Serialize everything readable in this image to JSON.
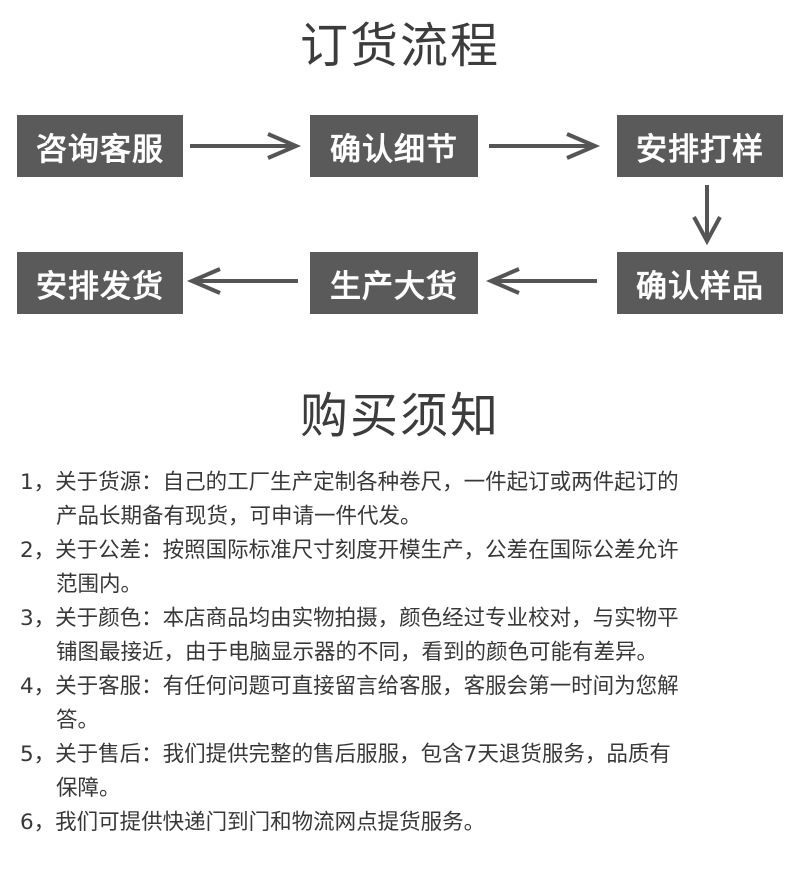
{
  "flow": {
    "title": "订货流程",
    "steps": [
      "咨询客服",
      "确认细节",
      "安排打样",
      "确认样品",
      "生产大货",
      "安排发货"
    ]
  },
  "notice": {
    "title": "购买须知",
    "items": [
      {
        "line1": "1，关于货源：自己的工厂生产定制各种卷尺，一件起订或两件起订的",
        "line2": "产品长期备有现货，可申请一件代发。"
      },
      {
        "line1": "2，关于公差：按照国际标准尺寸刻度开模生产，公差在国际公差允许",
        "line2": "范围内。"
      },
      {
        "line1": "3，关于颜色：本店商品均由实物拍摄，颜色经过专业校对，与实物平",
        "line2": "铺图最接近，由于电脑显示器的不同，看到的颜色可能有差异。"
      },
      {
        "line1": "4，关于客服：有任何问题可直接留言给客服，客服会第一时间为您解",
        "line2": "答。"
      },
      {
        "line1": "5，关于售后：我们提供完整的售后服服，包含7天退货服务，品质有",
        "line2": "保障。"
      },
      {
        "line1": "6，我们可提供快递门到门和物流网点提货服务。",
        "line2": ""
      }
    ]
  },
  "colors": {
    "box_bg": "#5a5a5a",
    "box_text": "#ffffff",
    "arrow": "#555555",
    "text": "#383838"
  }
}
